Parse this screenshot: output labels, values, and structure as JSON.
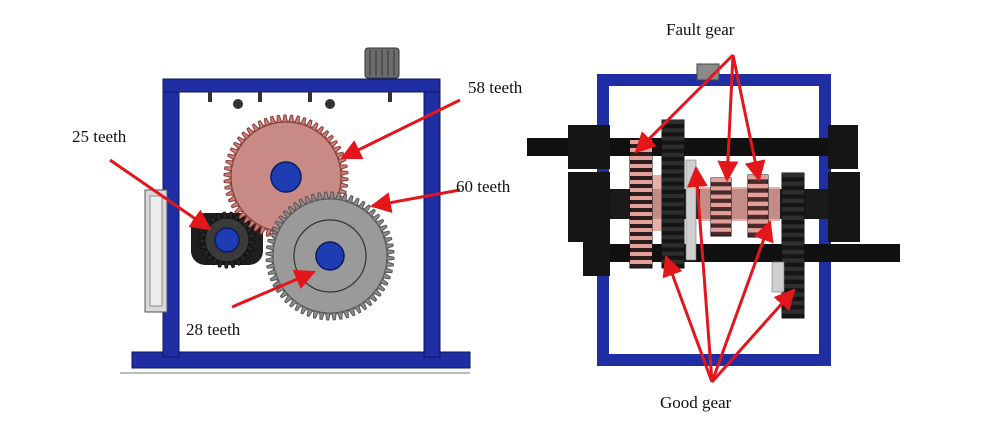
{
  "labels": {
    "teeth_25": "25 teeth",
    "teeth_58": "58 teeth",
    "teeth_60": "60 teeth",
    "teeth_28": "28 teeth",
    "fault_gear": "Fault gear",
    "good_gear": "Good gear"
  },
  "gear_teeth": {
    "g25": 25,
    "g28": 28,
    "g58": 58,
    "g60": 60
  },
  "colors": {
    "frame": "#1f2fa3",
    "frame_dark": "#15207a",
    "gear_red": "#c97f78",
    "gear_red_dark": "#8b3b37",
    "gear_grey": "#8c8c8c",
    "gear_black": "#1c1c1c",
    "shaft_blue": "#1e3db3",
    "arrow": "#e3161b",
    "fault_pink": "#e3a09b"
  }
}
